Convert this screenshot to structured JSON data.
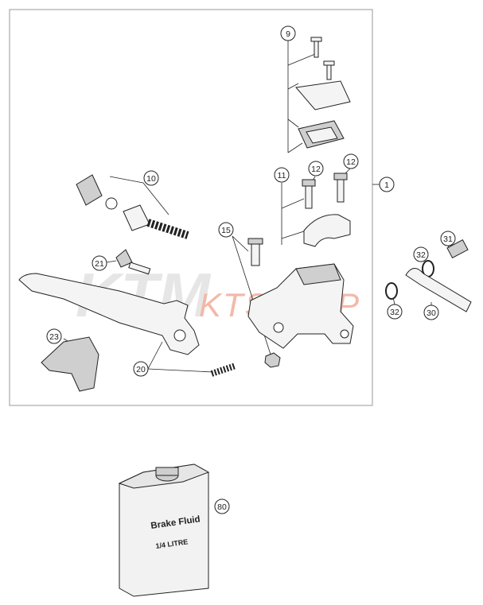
{
  "callouts": {
    "c1": "1",
    "c9": "9",
    "c10": "10",
    "c11": "11",
    "c12a": "12",
    "c12b": "12",
    "c15": "15",
    "c20": "20",
    "c21": "21",
    "c23": "23",
    "c30": "30",
    "c31": "31",
    "c32a": "32",
    "c32b": "32",
    "c80": "80"
  },
  "watermark": {
    "logo": "KTM",
    "site": "KTSKLEP"
  },
  "bottle": {
    "line1": "Brake Fluid",
    "line2": "1/4 LITRE"
  },
  "colors": {
    "watermark_logo": "#e6e6e6",
    "watermark_site": "#f2b9a8",
    "outline": "#222222",
    "frame": "#999999"
  }
}
